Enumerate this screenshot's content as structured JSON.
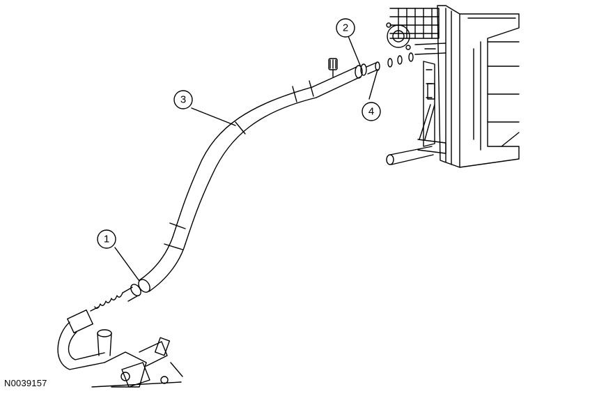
{
  "callouts": [
    {
      "id": "callout-1",
      "label": "1"
    },
    {
      "id": "callout-2",
      "label": "2"
    },
    {
      "id": "callout-3",
      "label": "3"
    },
    {
      "id": "callout-4",
      "label": "4"
    }
  ],
  "figure_id": "N0039157"
}
